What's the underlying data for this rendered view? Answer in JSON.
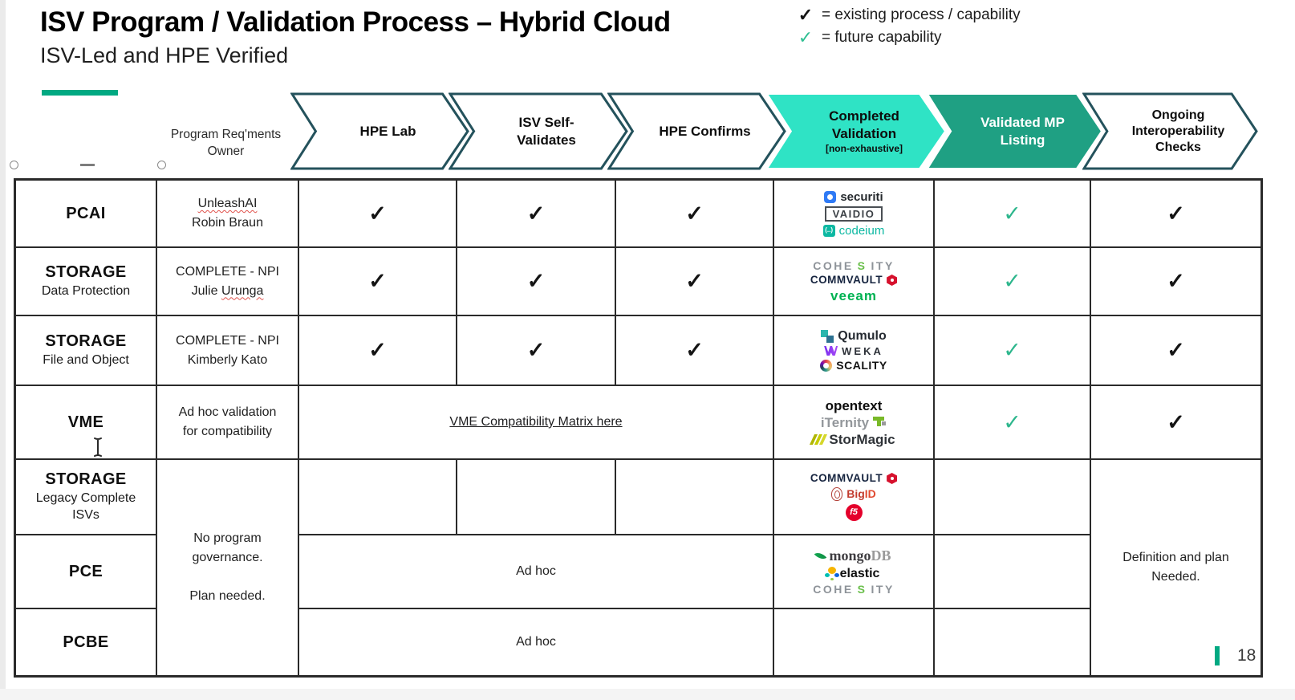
{
  "slide": {
    "title": "ISV Program / Validation Process – Hybrid Cloud",
    "subtitle": "ISV-Led and HPE Verified",
    "page_number": "18"
  },
  "legend": {
    "existing_glyph": "✓",
    "existing_label": "= existing process / capability",
    "future_glyph": "✓",
    "future_label": "= future capability"
  },
  "colors": {
    "accent_green": "#01a982",
    "chevron_fill_light": "#2fe3c5",
    "chevron_fill_dark": "#1fa083",
    "chevron_border": "#24525c",
    "future_check": "#2cb68c",
    "existing_check": "#141414"
  },
  "header": {
    "owner_line1": "Program Req'ments",
    "owner_line2": "Owner",
    "steps": [
      {
        "l1": "HPE Lab",
        "l2": "",
        "note": ""
      },
      {
        "l1": "ISV Self-",
        "l2": "Validates",
        "note": ""
      },
      {
        "l1": "HPE Confirms",
        "l2": "",
        "note": ""
      },
      {
        "l1": "Completed",
        "l2": "Validation",
        "note": "[non-exhaustive]"
      },
      {
        "l1": "Validated MP",
        "l2": "Listing",
        "note": ""
      },
      {
        "l1": "Ongoing",
        "l2": "Interoperability",
        "l3": "Checks",
        "note": ""
      }
    ]
  },
  "marks": {
    "check": "✓"
  },
  "categories": {
    "pcai": {
      "title": "PCAI",
      "subtitle": ""
    },
    "storage_dp": {
      "title": "STORAGE",
      "subtitle": "Data Protection"
    },
    "storage_fo": {
      "title": "STORAGE",
      "subtitle": "File and Object"
    },
    "vme": {
      "title": "VME",
      "subtitle": ""
    },
    "storage_legacy": {
      "title": "STORAGE",
      "subtitle": "Legacy Complete ISVs"
    },
    "pce": {
      "title": "PCE",
      "subtitle": ""
    },
    "pcbe": {
      "title": "PCBE",
      "subtitle": ""
    }
  },
  "owners": {
    "pcai_wavy": "UnleashAI",
    "pcai_line2": "Robin Braun",
    "dp_line1": "COMPLETE - NPI",
    "dp_name_plain": "Julie ",
    "dp_name_wavy": "Urunga",
    "fo_line1": "COMPLETE - NPI",
    "fo_line2": "Kimberly Kato",
    "vme_line1": "Ad hoc validation",
    "vme_line2": "for compatibility",
    "merged_l1": "No program",
    "merged_l2": "governance.",
    "merged_l3": "Plan needed."
  },
  "process": {
    "vme_link": "VME Compatibility Matrix here",
    "pce_adhoc": "Ad hoc",
    "pcbe_adhoc": "Ad hoc"
  },
  "ongoing": {
    "merged_l1": "Definition and plan",
    "merged_l2": "Needed."
  },
  "logos": {
    "securiti": "securiti",
    "vaidio": "VAIDIO",
    "codeium": "codeium",
    "codeium_icon": "(..)",
    "cohesity_a": "COHE",
    "cohesity_s": "S",
    "cohesity_b": "ITY",
    "commvault": "COMMVAULT",
    "veeam": "veeam",
    "qumulo": "Qumulo",
    "weka": "WEKA",
    "scality": "SCALITY",
    "opentext": "opentext",
    "iternity": "iTernity",
    "stormagic": "StorMagic",
    "bigid_a": "Big",
    "bigid_b": "ID",
    "f5": "f5",
    "mongo_a": "mongo",
    "mongo_b": "DB",
    "elastic": "elastic"
  }
}
